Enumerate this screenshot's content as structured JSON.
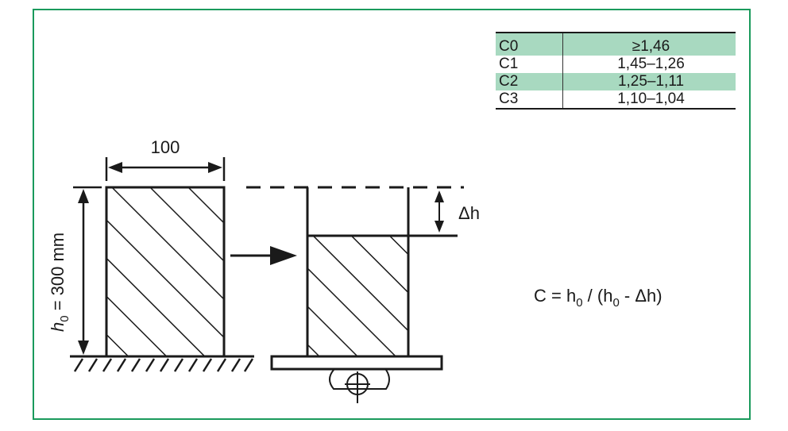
{
  "colors": {
    "frame": "#1a9a5c",
    "table_shade": "#a8d9c0",
    "ink": "#1a1a1a"
  },
  "table": {
    "rows": [
      {
        "code": "C0",
        "range": "≥1,46",
        "shaded": true
      },
      {
        "code": "C1",
        "range": "1,45–1,26",
        "shaded": false
      },
      {
        "code": "C2",
        "range": "1,25–1,11",
        "shaded": true
      },
      {
        "code": "C3",
        "range": "1,10–1,04",
        "shaded": false
      }
    ]
  },
  "diagram": {
    "width_label": "100",
    "height_label": {
      "symbol": "h",
      "subscript": "0",
      "value": " = 300 mm"
    },
    "delta_label": "Δh",
    "formula": {
      "lhs": "C = h",
      "sub1": "0",
      "mid": " / (h",
      "sub2": "0",
      "rhs": " - Δh)"
    }
  }
}
